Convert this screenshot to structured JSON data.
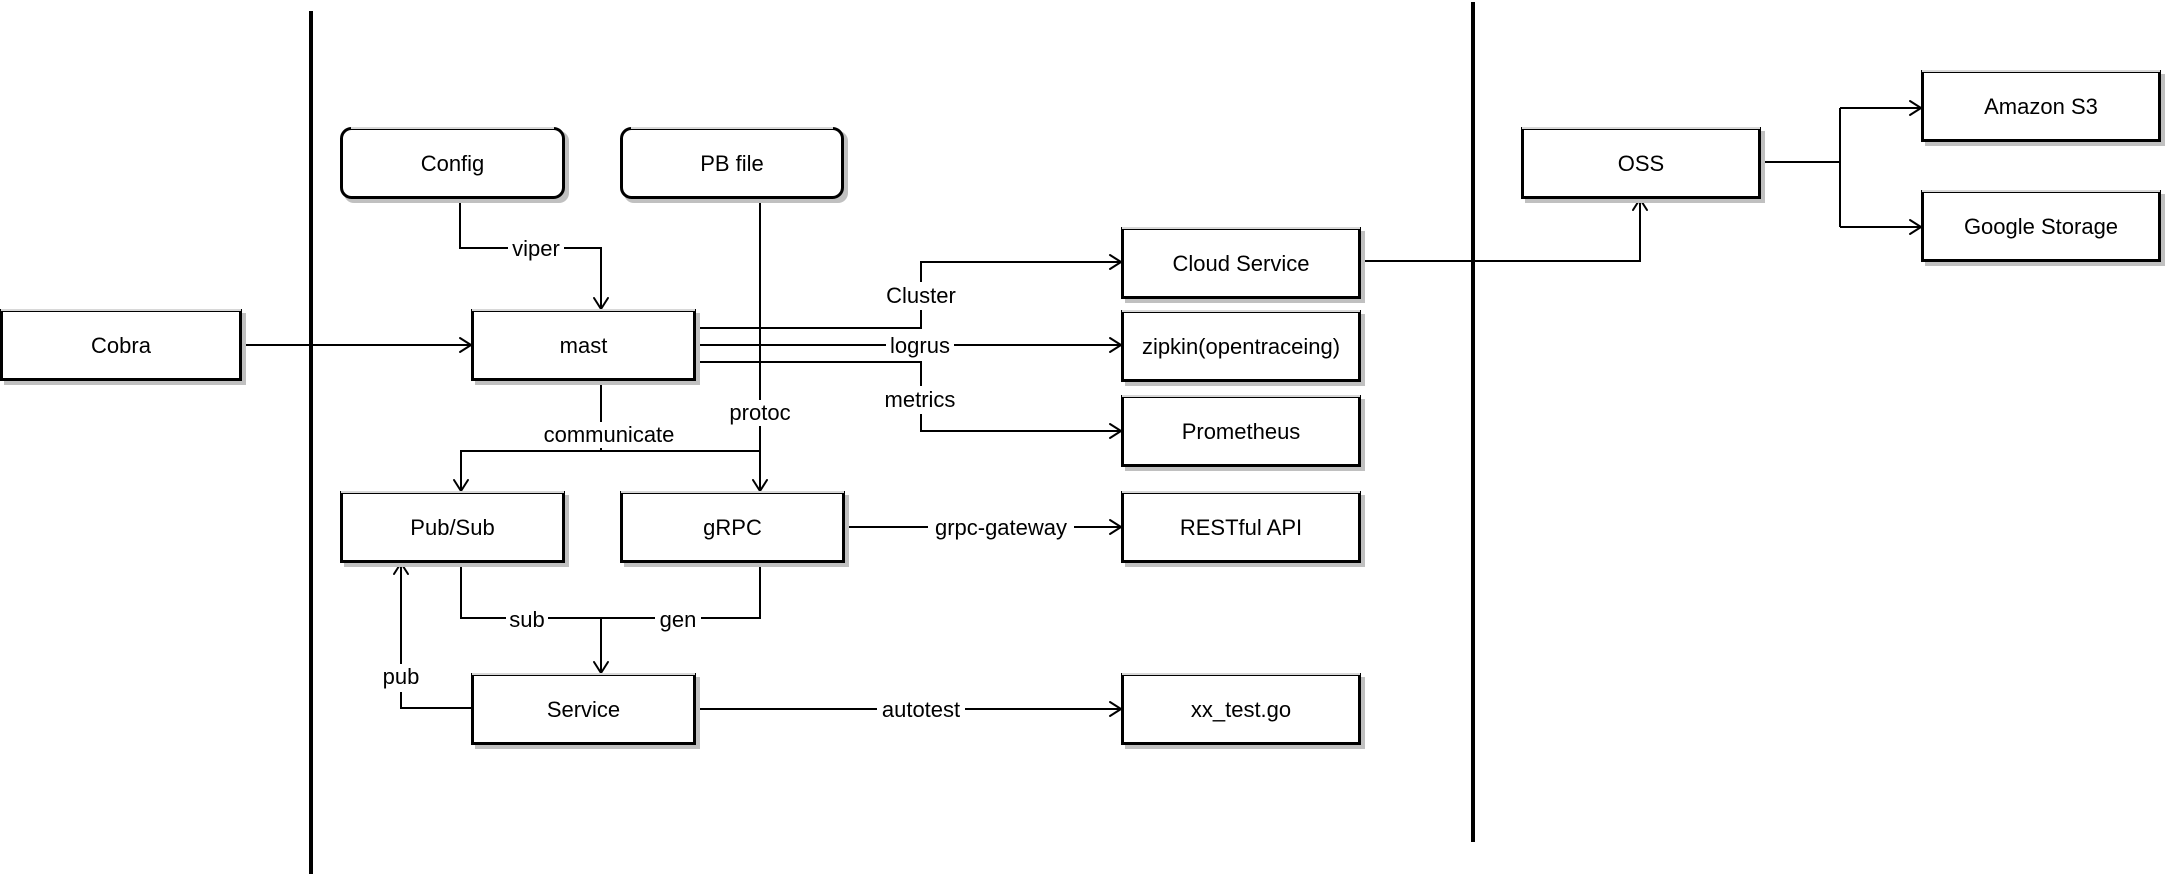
{
  "diagram": {
    "title": "",
    "nodes": [
      {
        "id": "cobra",
        "label": "Cobra",
        "shape": "rect"
      },
      {
        "id": "config",
        "label": "Config",
        "shape": "rounded"
      },
      {
        "id": "pbfile",
        "label": "PB file",
        "shape": "rounded"
      },
      {
        "id": "mast",
        "label": "mast",
        "shape": "rect"
      },
      {
        "id": "pubsub",
        "label": "Pub/Sub",
        "shape": "rect"
      },
      {
        "id": "grpc",
        "label": "gRPC",
        "shape": "rect"
      },
      {
        "id": "service",
        "label": "Service",
        "shape": "rect"
      },
      {
        "id": "cloud",
        "label": "Cloud Service",
        "shape": "rect"
      },
      {
        "id": "zipkin",
        "label": "zipkin(opentraceing)",
        "shape": "rect"
      },
      {
        "id": "prometheus",
        "label": "Prometheus",
        "shape": "rect"
      },
      {
        "id": "restful",
        "label": "RESTful API",
        "shape": "rect"
      },
      {
        "id": "xxtest",
        "label": "xx_test.go",
        "shape": "rect"
      },
      {
        "id": "oss",
        "label": "OSS",
        "shape": "rect"
      },
      {
        "id": "s3",
        "label": "Amazon S3",
        "shape": "rect"
      },
      {
        "id": "gcs",
        "label": "Google Storage",
        "shape": "rect"
      }
    ],
    "edges": [
      {
        "id": "cobra-mast",
        "from": "cobra",
        "to": "mast",
        "label": ""
      },
      {
        "id": "config-mast",
        "from": "config",
        "to": "mast",
        "label": "viper"
      },
      {
        "id": "pbfile-grpc",
        "from": "pbfile",
        "to": "grpc",
        "label": "protoc"
      },
      {
        "id": "mast-pubsub",
        "from": "mast",
        "to": "pubsub",
        "label": "communicate"
      },
      {
        "id": "mast-cloud",
        "from": "mast",
        "to": "cloud",
        "label": "Cluster"
      },
      {
        "id": "mast-zipkin",
        "from": "mast",
        "to": "zipkin",
        "label": "logrus"
      },
      {
        "id": "mast-prometheus",
        "from": "mast",
        "to": "prometheus",
        "label": "metrics"
      },
      {
        "id": "grpc-restful",
        "from": "grpc",
        "to": "restful",
        "label": "grpc-gateway"
      },
      {
        "id": "pubsub-service",
        "from": "pubsub",
        "to": "service",
        "label": "sub"
      },
      {
        "id": "grpc-service",
        "from": "grpc",
        "to": "service",
        "label": "gen"
      },
      {
        "id": "service-pubsub",
        "from": "service",
        "to": "pubsub",
        "label": "pub"
      },
      {
        "id": "service-xxtest",
        "from": "service",
        "to": "xxtest",
        "label": "autotest"
      },
      {
        "id": "cloud-oss",
        "from": "cloud",
        "to": "oss",
        "label": ""
      },
      {
        "id": "oss-s3",
        "from": "oss",
        "to": "s3",
        "label": ""
      },
      {
        "id": "oss-gcs",
        "from": "oss",
        "to": "gcs",
        "label": ""
      }
    ],
    "dividers": 2
  }
}
